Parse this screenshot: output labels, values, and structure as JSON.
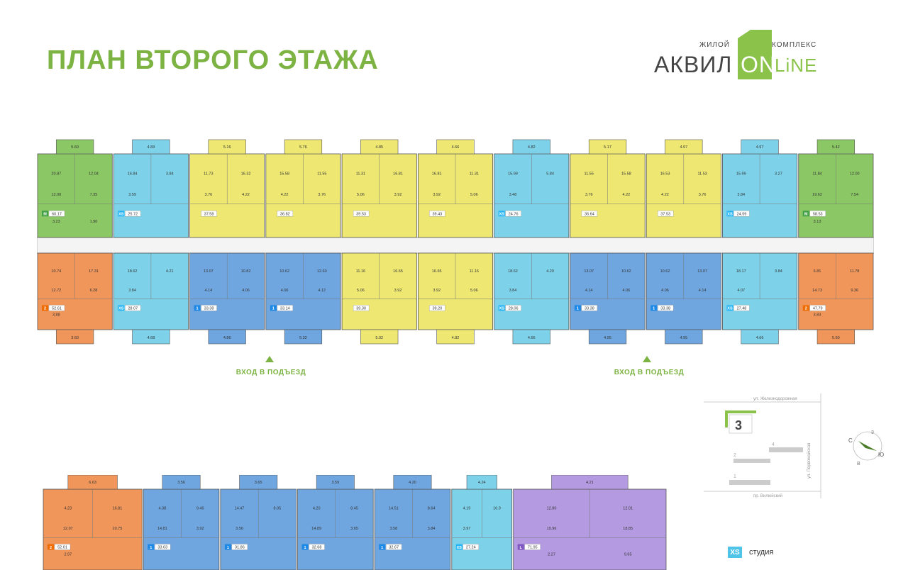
{
  "page_title": "ПЛАН ВТОРОГО ЭТАЖА",
  "logo": {
    "line1_left": "ЖИЛОЙ",
    "line1_right": "КОМПЛЕКС",
    "name": "АКВИЛ",
    "suffix_a": "ON",
    "suffix_b": "LiNE"
  },
  "colors": {
    "green_title": "#7cb342",
    "apt_green": "#8bc765",
    "apt_yellow": "#eee873",
    "apt_cyan": "#7dd2ea",
    "apt_blue": "#6fa6e0",
    "apt_orange": "#f0965a",
    "apt_purple": "#b49ae0"
  },
  "entrances": [
    "ВХОД В ПОДЪЕЗД",
    "ВХОД В ПОДЪЕЗД"
  ],
  "upper_top_row": [
    {
      "type": "green",
      "badge": "М",
      "area": "60.17",
      "rooms": [
        "20.87",
        "12.04",
        "12.00",
        "7.35",
        "3.23",
        "1.90",
        "5.60"
      ]
    },
    {
      "type": "cyan",
      "badge": "XS",
      "area": "25.72",
      "rooms": [
        "16.84",
        "3.84",
        "3.59",
        "4.83"
      ]
    },
    {
      "type": "yellow",
      "badge": "",
      "area": "37.58",
      "rooms": [
        "11.73",
        "16.32",
        "3.76",
        "4.22",
        "5.16"
      ]
    },
    {
      "type": "yellow",
      "badge": "",
      "area": "36.82",
      "rooms": [
        "15.58",
        "11.55",
        "4.22",
        "3.76",
        "5.76"
      ]
    },
    {
      "type": "yellow",
      "badge": "",
      "area": "39.53",
      "rooms": [
        "11.31",
        "16.81",
        "5.06",
        "3.92",
        "4.85"
      ]
    },
    {
      "type": "yellow",
      "badge": "",
      "area": "39.43",
      "rooms": [
        "16.81",
        "11.31",
        "3.92",
        "5.06",
        "4.66"
      ]
    },
    {
      "type": "cyan",
      "badge": "XS",
      "area": "24.76",
      "rooms": [
        "15.99",
        "5.84",
        "3.48",
        "4.82"
      ]
    },
    {
      "type": "yellow",
      "badge": "",
      "area": "36.64",
      "rooms": [
        "11.55",
        "15.58",
        "3.76",
        "4.22",
        "5.17"
      ]
    },
    {
      "type": "yellow",
      "badge": "",
      "area": "37.53",
      "rooms": [
        "16.53",
        "11.53",
        "4.22",
        "3.76",
        "4.97"
      ]
    },
    {
      "type": "cyan",
      "badge": "XS",
      "area": "24.59",
      "rooms": [
        "15.99",
        "3.27",
        "3.84",
        "4.97"
      ]
    },
    {
      "type": "green",
      "badge": "М",
      "area": "58.53",
      "rooms": [
        "11.84",
        "12.00",
        "19.62",
        "7.54",
        "3.13",
        "5.42"
      ]
    }
  ],
  "upper_bottom_row": [
    {
      "type": "orange",
      "badge": "2",
      "area": "52.61",
      "rooms": [
        "10.74",
        "17.31",
        "12.72",
        "6.28",
        "3.88",
        "3.60"
      ]
    },
    {
      "type": "cyan",
      "badge": "XS",
      "area": "28.07",
      "rooms": [
        "18.62",
        "4.21",
        "3.84",
        "4.68"
      ]
    },
    {
      "type": "blue",
      "badge": "1",
      "area": "33.38",
      "rooms": [
        "13.07",
        "10.82",
        "4.14",
        "4.06",
        "4.86"
      ]
    },
    {
      "type": "blue",
      "badge": "1",
      "area": "33.14",
      "rooms": [
        "10.62",
        "12.60",
        "4.06",
        "4.12",
        "5.32"
      ]
    },
    {
      "type": "yellow",
      "badge": "",
      "area": "39.30",
      "rooms": [
        "11.16",
        "16.65",
        "5.06",
        "3.92",
        "5.02"
      ]
    },
    {
      "type": "yellow",
      "badge": "",
      "area": "39.20",
      "rooms": [
        "16.65",
        "11.16",
        "3.92",
        "5.06",
        "4.82"
      ]
    },
    {
      "type": "cyan",
      "badge": "XS",
      "area": "28.06",
      "rooms": [
        "18.62",
        "4.20",
        "3.84",
        "4.66"
      ]
    },
    {
      "type": "blue",
      "badge": "1",
      "area": "33.38",
      "rooms": [
        "13.07",
        "10.62",
        "4.14",
        "4.06",
        "4.95"
      ]
    },
    {
      "type": "blue",
      "badge": "1",
      "area": "33.38",
      "rooms": [
        "10.62",
        "13.07",
        "4.06",
        "4.14",
        "4.95"
      ]
    },
    {
      "type": "cyan",
      "badge": "XS",
      "area": "27.48",
      "rooms": [
        "18.17",
        "3.84",
        "4.07",
        "4.66"
      ]
    },
    {
      "type": "orange",
      "badge": "2",
      "area": "47.79",
      "rooms": [
        "6.81",
        "11.78",
        "14.73",
        "9.36",
        "3.83",
        "5.60"
      ]
    }
  ],
  "lower_plan": [
    {
      "type": "orange",
      "badge": "2",
      "area": "52.01",
      "rooms": [
        "4.23",
        "16.81",
        "12.07",
        "10.75",
        "2.97",
        "6.63"
      ]
    },
    {
      "type": "blue",
      "badge": "1",
      "area": "33.03",
      "rooms": [
        "4.38",
        "9.46",
        "14.81",
        "3.92",
        "3.56"
      ]
    },
    {
      "type": "blue",
      "badge": "1",
      "area": "31.86",
      "rooms": [
        "14.47",
        "8.05",
        "3.56",
        "3.65"
      ]
    },
    {
      "type": "blue",
      "badge": "1",
      "area": "32.68",
      "rooms": [
        "4.20",
        "8.45",
        "14.89",
        "3.65",
        "3.59"
      ]
    },
    {
      "type": "blue",
      "badge": "1",
      "area": "32.67",
      "rooms": [
        "14.51",
        "8.64",
        "3.58",
        "3.84",
        "4.20"
      ]
    },
    {
      "type": "cyan",
      "badge": "XS",
      "area": "27.24",
      "rooms": [
        "4.19",
        "16.9",
        "3.97",
        "4.24"
      ]
    },
    {
      "type": "purple",
      "badge": "L",
      "area": "71.95",
      "rooms": [
        "12.80",
        "12.01",
        "10.96",
        "18.85",
        "2.27",
        "9.65",
        "4.21"
      ]
    }
  ],
  "site": {
    "street_top": "ул. Железнодорожная",
    "street_right": "ул. Первомайская",
    "street_bottom": "пр. Вилюйский",
    "section": "3",
    "labels": [
      "2",
      "4",
      "1"
    ]
  },
  "compass": {
    "north": "С",
    "south": "Ю",
    "label_3": "3",
    "label_b": "В"
  },
  "legend": [
    {
      "badge": "XS",
      "label": "студия"
    }
  ]
}
